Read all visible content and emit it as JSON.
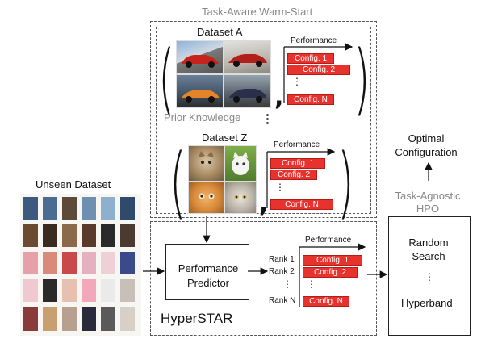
{
  "top_title": "Task-Aware Warm-Start",
  "dataset_a": {
    "title": "Dataset A",
    "perf_label": "Performance",
    "configs": [
      "Config. 1",
      "Config. 2",
      "Config. N"
    ],
    "dots": "⋮"
  },
  "prior_knowledge": "Prior Knowledge",
  "prior_dots": "⋮",
  "dataset_z": {
    "title": "Dataset Z",
    "perf_label": "Performance",
    "configs": [
      "Config. 1",
      "Config. 2",
      "Config. N"
    ],
    "dots": "⋮"
  },
  "unseen_dataset": "Unseen Dataset",
  "predictor": "Performance Predictor",
  "ranking": {
    "perf_label": "Performance",
    "ranks": [
      "Rank 1",
      "Rank 2",
      "Rank N"
    ],
    "configs": [
      "Config. 1",
      "Config. 2",
      "Config. N"
    ],
    "dots": "⋮"
  },
  "hyperstar": "HyperSTAR",
  "output": "Optimal Configuration",
  "hpo_label": "Task-Agnostic HPO",
  "hpo": {
    "random_search": "Random Search",
    "dots": "⋮",
    "hyperband": "Hyperband"
  },
  "colors": {
    "config_bar": "#e8322e",
    "dashed": "#555555",
    "muted_text": "#888888"
  }
}
